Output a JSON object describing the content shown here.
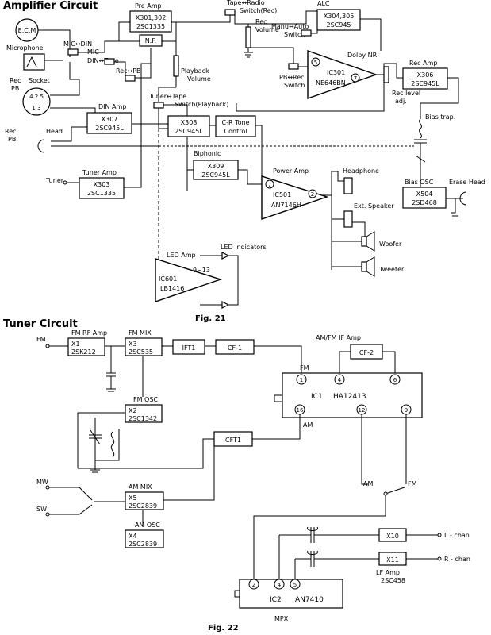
{
  "amplifier": {
    "title": "Amplifier Circuit",
    "figure": "Fig. 21",
    "labels": {
      "ecm": "E.C.M",
      "microphone": "Microphone",
      "mic_din": "MIC↔DIN",
      "mic": "MIC",
      "din_tape": "DIN↔Tape",
      "rec_pb": "Rec↔PB",
      "rec": "Rec",
      "pb": "PB",
      "socket": "Socket",
      "rec_pb_head_1": "Rec",
      "rec_pb_head_2": "PB",
      "head": "Head",
      "tuner": "Tuner",
      "tape_radio_1": "Tape↔Radio",
      "tape_radio_2": "Switch(Rec)",
      "rec_volume_1": "Rec",
      "rec_volume_2": "Volume",
      "alc": "ALC",
      "manu_auto_1": "Manu↔Auto",
      "manu_auto_2": "Switch",
      "dolby_nr": "Dolby NR",
      "pb_rec_1": "PB↔Rec",
      "pb_rec_2": "Switch",
      "playback_volume_1": "Playback",
      "playback_volume_2": "Volume",
      "tuner_tape_1": "Tuner↔Tape",
      "tuner_tape_2": "Switch(Playback)",
      "rec_level_1": "Rec level",
      "rec_level_2": "adj.",
      "bias_trap": "Bias trap.",
      "biphonic": "Biphonic",
      "power_amp": "Power Amp",
      "headphone": "Headphone",
      "ext_speaker": "Ext. Speaker",
      "woofer": "Woofer",
      "tweeter": "Tweeter",
      "erase_head": "Erase Head",
      "led_indicators": "LED indicators",
      "nf": "N.F."
    },
    "blocks": {
      "preamp": {
        "title": "Pre Amp",
        "l1": "X301,302",
        "l2": "2SC1335"
      },
      "alc": {
        "l1": "X304,305",
        "l2": "2SC945"
      },
      "recamp": {
        "title": "Rec Amp",
        "l1": "X306",
        "l2": "2SC945L"
      },
      "dinamp": {
        "title": "DIN Amp",
        "l1": "X307",
        "l2": "2SC945L"
      },
      "x308": {
        "l1": "X308",
        "l2": "2SC945L"
      },
      "crtone": {
        "l1": "C-R Tone",
        "l2": "Control"
      },
      "x309": {
        "l1": "X309",
        "l2": "2SC945L"
      },
      "tuneramp": {
        "title": "Tuner Amp",
        "l1": "X303",
        "l2": "2SC1335"
      },
      "biasosc": {
        "title": "Bias OSC",
        "l1": "X504",
        "l2": "2SD468"
      },
      "ic301": {
        "l1": "IC301",
        "l2": "NE646BN",
        "pin_a": "5",
        "pin_b": "7"
      },
      "ic501": {
        "l1": "IC501",
        "l2": "AN7146H",
        "pin_a": "7",
        "pin_b": "2"
      },
      "ic601": {
        "title": "LED Amp",
        "l1": "IC601",
        "l2": "LB1416",
        "pins": "9~13"
      }
    }
  },
  "tuner": {
    "title": "Tuner Circuit",
    "figure": "Fig. 22",
    "labels": {
      "fm": "FM",
      "mw": "MW",
      "sw": "SW",
      "am_fm_if": "AM/FM  IF Amp",
      "am_node": "AM",
      "fm_node": "FM",
      "am_pin": "AM",
      "fm_pin": "FM",
      "l_chan": "L - chan",
      "r_chan": "R - chan",
      "lf_amp": "LF Amp",
      "lf_amp_part": "2SC458",
      "mpx": "MPX"
    },
    "blocks": {
      "fmrf": {
        "title": "FM RF Amp",
        "l1": "X1",
        "l2": "2SK212"
      },
      "fmmix": {
        "title": "FM MIX",
        "l1": "X3",
        "l2": "2SC535"
      },
      "ift1": "IFT1",
      "cf1": "CF-1",
      "cf2": "CF-2",
      "fmosc": {
        "title": "FM OSC",
        "l1": "X2",
        "l2": "2SC1342"
      },
      "cft1": "CFT1",
      "ammix": {
        "title": "AM MIX",
        "l1": "X5",
        "l2": "2SC2839"
      },
      "amosc": {
        "title": "AM OSC",
        "l1": "X4",
        "l2": "2SC2839"
      },
      "x10": "X10",
      "x11": "X11",
      "ic1": {
        "name": "IC1",
        "part": "HA12413",
        "pins": [
          "1",
          "4",
          "6",
          "16",
          "12",
          "9"
        ]
      },
      "ic2": {
        "name": "IC2",
        "part": "AN7410",
        "pins": [
          "2",
          "4",
          "5"
        ]
      }
    }
  }
}
